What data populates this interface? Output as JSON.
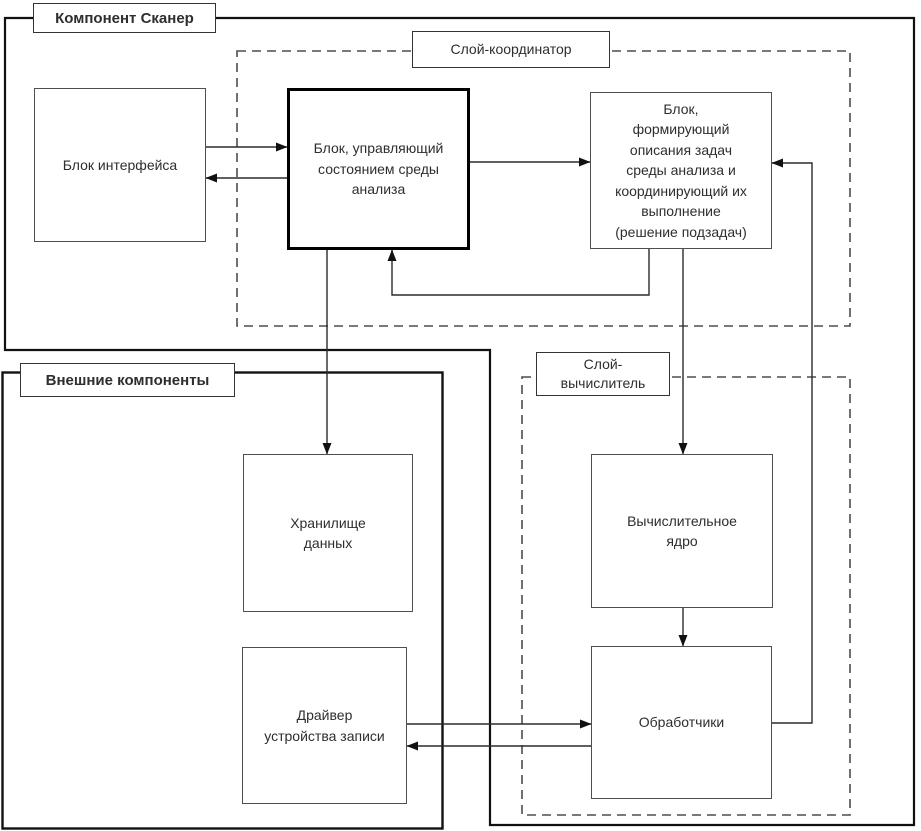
{
  "diagram": {
    "scanner": {
      "label": "Компонент Сканер"
    },
    "external": {
      "label": "Внешние компоненты"
    },
    "coordinator_layer": {
      "label": "Слой-координатор"
    },
    "computer_layer": {
      "lines": [
        "Слой-",
        "вычислитель"
      ]
    },
    "nodes": {
      "interface": {
        "label": "Блок интерфейса"
      },
      "state_manager": {
        "lines": [
          "Блок, управляющий",
          "состоянием среды",
          "анализа"
        ]
      },
      "task_former": {
        "lines": [
          "Блок,",
          "формирующий",
          "описания задач",
          "среды анализа и",
          "координирующий их",
          "выполнение",
          "(решение подзадач)"
        ]
      },
      "storage": {
        "lines": [
          "Хранилище",
          "данных"
        ]
      },
      "driver": {
        "lines": [
          "Драйвер",
          "устройства записи"
        ]
      },
      "core": {
        "lines": [
          "Вычислительное",
          "ядро"
        ]
      },
      "handlers": {
        "label": "Обработчики"
      }
    },
    "colors": {
      "connector_line": "#2b2b2b",
      "node_border": "#4f4f4f",
      "emphasis_border": "#000000",
      "dashed_border": "#4d4d4d",
      "text": "#2e2e2e",
      "background": "#ffffff"
    }
  }
}
